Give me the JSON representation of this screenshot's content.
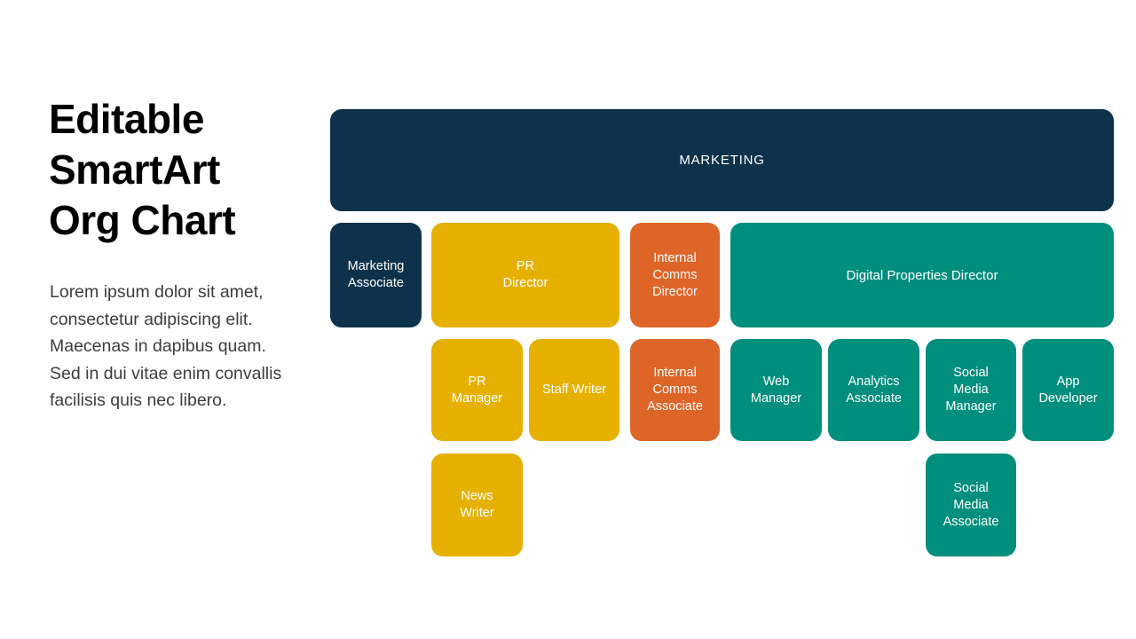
{
  "slide": {
    "title": "Editable\nSmartArt\nOrg Chart",
    "body_text": "Lorem ipsum dolor sit amet,\nconsectetur adipiscing elit.\nMaecenas in dapibus quam.\nSed in dui vitae enim convallis\nfacilisis quis nec libero."
  },
  "colors": {
    "navy": "#0E324B",
    "gold": "#E6B000",
    "orange": "#DE6528",
    "teal": "#008E7D",
    "box_text": "#FFFFFF",
    "title_text": "#000000",
    "body_text": "#3D3D3D",
    "background": "#FFFFFF"
  },
  "org_chart": {
    "nodes": [
      {
        "id": "marketing",
        "label": "MARKETING",
        "level": 1,
        "color": "navy"
      },
      {
        "id": "marketing-associate",
        "label": "Marketing\nAssociate",
        "level": 2,
        "color": "navy"
      },
      {
        "id": "pr-director",
        "label": "PR\nDirector",
        "level": 2,
        "color": "gold"
      },
      {
        "id": "internal-comms-director",
        "label": "Internal\nComms\nDirector",
        "level": 2,
        "color": "orange"
      },
      {
        "id": "digital-properties-director",
        "label": "Digital Properties Director",
        "level": 2,
        "color": "teal"
      },
      {
        "id": "pr-manager",
        "label": "PR\nManager",
        "level": 3,
        "color": "gold"
      },
      {
        "id": "staff-writer",
        "label": "Staff Writer",
        "level": 3,
        "color": "gold"
      },
      {
        "id": "internal-comms-associate",
        "label": "Internal\nComms\nAssociate",
        "level": 3,
        "color": "orange"
      },
      {
        "id": "web-manager",
        "label": "Web\nManager",
        "level": 3,
        "color": "teal"
      },
      {
        "id": "analytics-associate",
        "label": "Analytics\nAssociate",
        "level": 3,
        "color": "teal"
      },
      {
        "id": "social-media-manager",
        "label": "Social\nMedia\nManager",
        "level": 3,
        "color": "teal"
      },
      {
        "id": "app-developer",
        "label": "App\nDeveloper",
        "level": 3,
        "color": "teal"
      },
      {
        "id": "news-writer",
        "label": "News\nWriter",
        "level": 4,
        "color": "gold"
      },
      {
        "id": "social-media-associate",
        "label": "Social\nMedia\nAssociate",
        "level": 4,
        "color": "teal"
      }
    ]
  }
}
